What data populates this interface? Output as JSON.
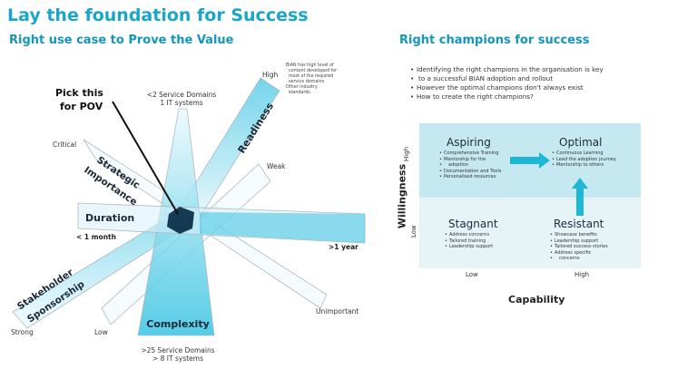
{
  "title": "Lay the foundation for Success",
  "left": {
    "subtitle": "Right use case to Prove the Value",
    "pick_label_1": "Pick this",
    "pick_label_2": "for POV",
    "axes": {
      "readiness": {
        "label": "Readiness",
        "high": "High"
      },
      "strategic": {
        "label_1": "Strategic",
        "label_2": "Importance",
        "critical": "Critical",
        "unimportant": "Unimportant"
      },
      "duration": {
        "label": "Duration",
        "short": "< 1 month",
        "long": ">1 year"
      },
      "stakeholder": {
        "label_1": "Stakeholder",
        "label_2": "Sponsorship",
        "strong": "Strong",
        "weak": "Weak"
      },
      "complexity": {
        "label": "Complexity",
        "low_1": "<2 Service Domains",
        "low_2": "1 IT systems",
        "high_1": ">25 Service Domains",
        "high_2": "> 8 IT systems",
        "low": "Low"
      }
    },
    "readiness_note": [
      "BIAN has high level of",
      "content developed for",
      "most of the required",
      "service domains",
      "Other industry",
      "standards"
    ]
  },
  "right": {
    "subtitle": "Right champions for success",
    "bullets": [
      "Identifying the right champions in the organisation is key",
      "to a successful BIAN adoption and rollout",
      "However the optimal champions don't always exist",
      "How to create the right champions?"
    ],
    "matrix": {
      "y_label": "Willingness",
      "x_label": "Capability",
      "y_high": "High",
      "y_low": "Low",
      "x_low": "Low",
      "x_high": "High",
      "colors": {
        "top": "#c6e8f1",
        "bottom": "#e6f4f8",
        "arrow": "#1fb7d6"
      },
      "quadrants": {
        "aspiring": {
          "title": "Aspiring",
          "items": [
            "Comprehensive Training",
            "Mentorship for the",
            "adoption",
            "Documentation and Tools",
            "Personalised resources"
          ]
        },
        "optimal": {
          "title": "Optimal",
          "items": [
            "Continuous Learning",
            "Lead the adoption journey",
            "Mentorship to others"
          ]
        },
        "stagnant": {
          "title": "Stagnant",
          "items": [
            "Address concerns",
            "Tailored training",
            "Leadership support"
          ]
        },
        "resistant": {
          "title": "Resistant",
          "items": [
            "Showcase benefits",
            "Leadership support",
            "Tailored success stories",
            "Address specific",
            "concerns"
          ]
        }
      }
    }
  },
  "colors": {
    "accent": "#1aa6c7",
    "spoke_fill": "#d8f1f8",
    "spoke_fill_strong": "#49c6e2",
    "center": "#163a52"
  }
}
